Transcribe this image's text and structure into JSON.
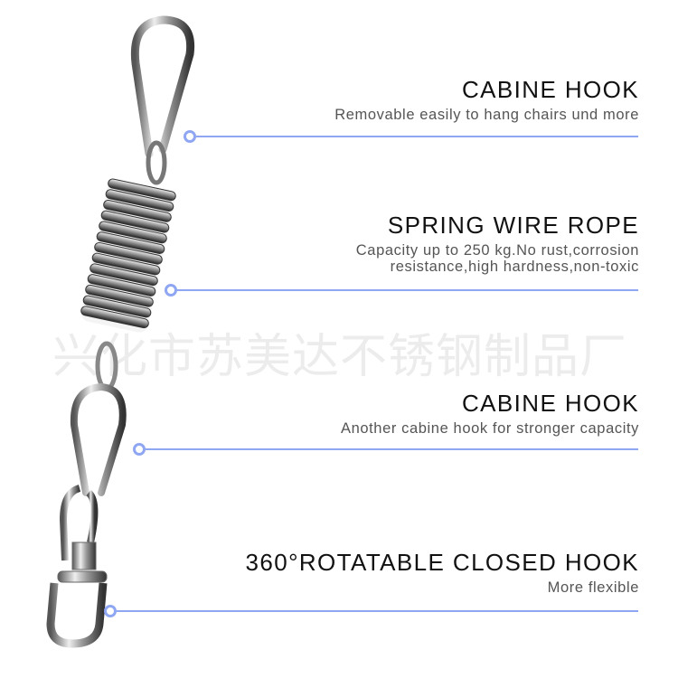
{
  "watermark": "兴化市苏美达不锈钢制品厂",
  "features": [
    {
      "title": "CABINE HOOK",
      "description": "Removable easily to hang chairs und more"
    },
    {
      "title": "SPRING WIRE ROPE",
      "description_lines": [
        "Capacity up to 250 kg.No rust,corrosion",
        "resistance,high hardness,non-toxic"
      ]
    },
    {
      "title": "CABINE HOOK",
      "description": "Another cabine hook for stronger capacity"
    },
    {
      "title": "360°ROTATABLE CLOSED HOOK",
      "description": "More flexible"
    }
  ],
  "colors": {
    "accent": "#8fa6f2",
    "title": "#111111",
    "description": "#555555"
  },
  "icons": [
    "carabiner-hook-icon",
    "spring-icon",
    "carabiner-hook-icon",
    "swivel-hook-icon"
  ]
}
